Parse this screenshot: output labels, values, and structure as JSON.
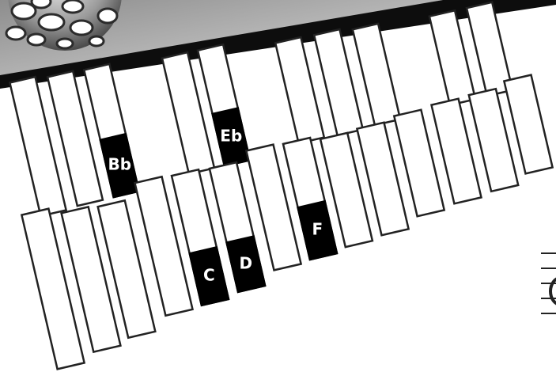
{
  "instrument": {
    "type": "xylophone",
    "labeled_bars": [
      {
        "note": "Bb"
      },
      {
        "note": "Eb"
      },
      {
        "note": "C"
      },
      {
        "note": "D"
      },
      {
        "note": "F"
      }
    ]
  },
  "colors": {
    "bar_fill": "#ffffff",
    "bar_stroke": "#222222",
    "highlight": "#000000",
    "highlight_text": "#ffffff"
  },
  "decor": {
    "sphere": "perforated-sphere-graphic",
    "staff": "music-staff-fragment"
  }
}
